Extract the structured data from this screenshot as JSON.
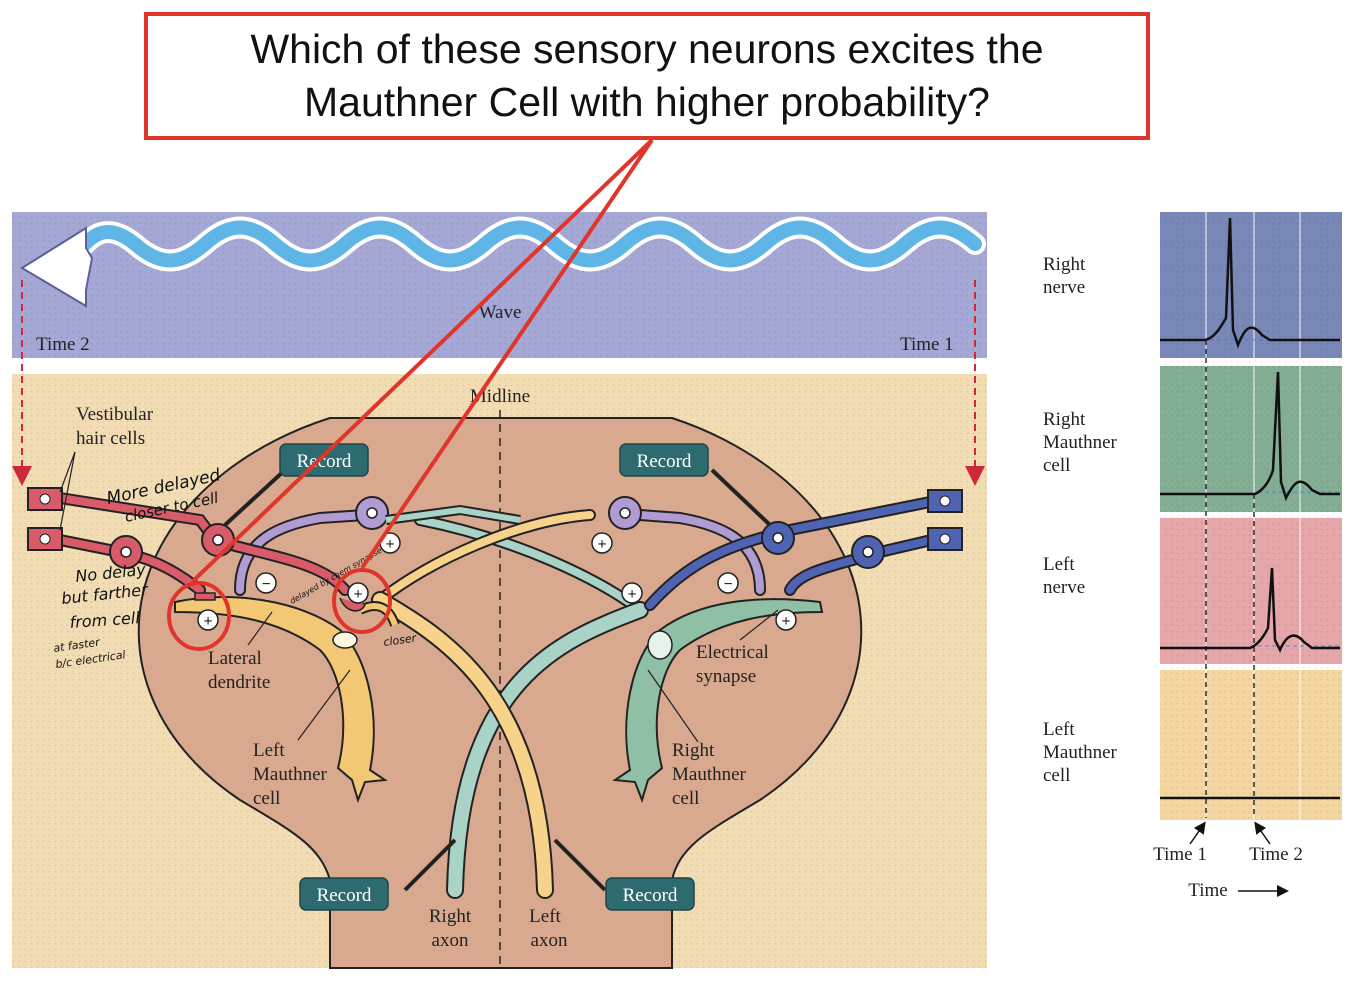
{
  "question": {
    "line1": "Which of these sensory neurons excites the",
    "line2": "Mauthner Cell with higher probability?"
  },
  "diagram": {
    "wave_label": "Wave",
    "time_left": "Time 2",
    "time_right": "Time 1",
    "midline": "Midline",
    "vestibular_line1": "Vestibular",
    "vestibular_line2": "hair cells",
    "record": "Record",
    "lateral_line1": "Lateral",
    "lateral_line2": "dendrite",
    "left_mauthner_line1": "Left",
    "left_mauthner_line2": "Mauthner",
    "left_mauthner_line3": "cell",
    "right_mauthner_line1": "Right",
    "right_mauthner_line2": "Mauthner",
    "right_mauthner_line3": "cell",
    "electrical_line1": "Electrical",
    "electrical_line2": "synapse",
    "right_axon_line1": "Right",
    "right_axon_line2": "axon",
    "left_axon_line1": "Left",
    "left_axon_line2": "axon",
    "plus": "+",
    "minus": "−"
  },
  "traces": {
    "right_nerve": [
      "Right",
      "nerve"
    ],
    "right_mauthner": [
      "Right",
      "Mauthner",
      "cell"
    ],
    "left_nerve": [
      "Left",
      "nerve"
    ],
    "left_mauthner": [
      "Left",
      "Mauthner",
      "cell"
    ],
    "time1": "Time 1",
    "time2": "Time 2",
    "time_axis": "Time"
  },
  "handwriting": {
    "note1_line1": "More delayed",
    "note1_line2": "closer to cell",
    "note2_line1": "No delay",
    "note2_line2": "but farther",
    "note2_line3": "from cell",
    "note2_line4": "at faster",
    "note2_line5": "b/c electrical",
    "note3": "delayed by chem synapse",
    "note4": "closer"
  },
  "colors": {
    "annotation_red": "#e0352b",
    "wave_band": "#a5a8d4",
    "brain_bg": "#f2dcb4",
    "brain_body": "#d9a98f",
    "record_teal": "#2e6b70",
    "left_neuron_red": "#d85b6a",
    "right_neuron_blue": "#4f63b3",
    "left_mauthner_yellow": "#f3c874",
    "right_mauthner_green": "#8fc0a6",
    "interneuron_purple": "#b09cd2",
    "panel_blue": "#7a88b8",
    "panel_green": "#84ae94",
    "panel_pink": "#e6a7aa",
    "panel_yellow": "#f4d6a2"
  }
}
